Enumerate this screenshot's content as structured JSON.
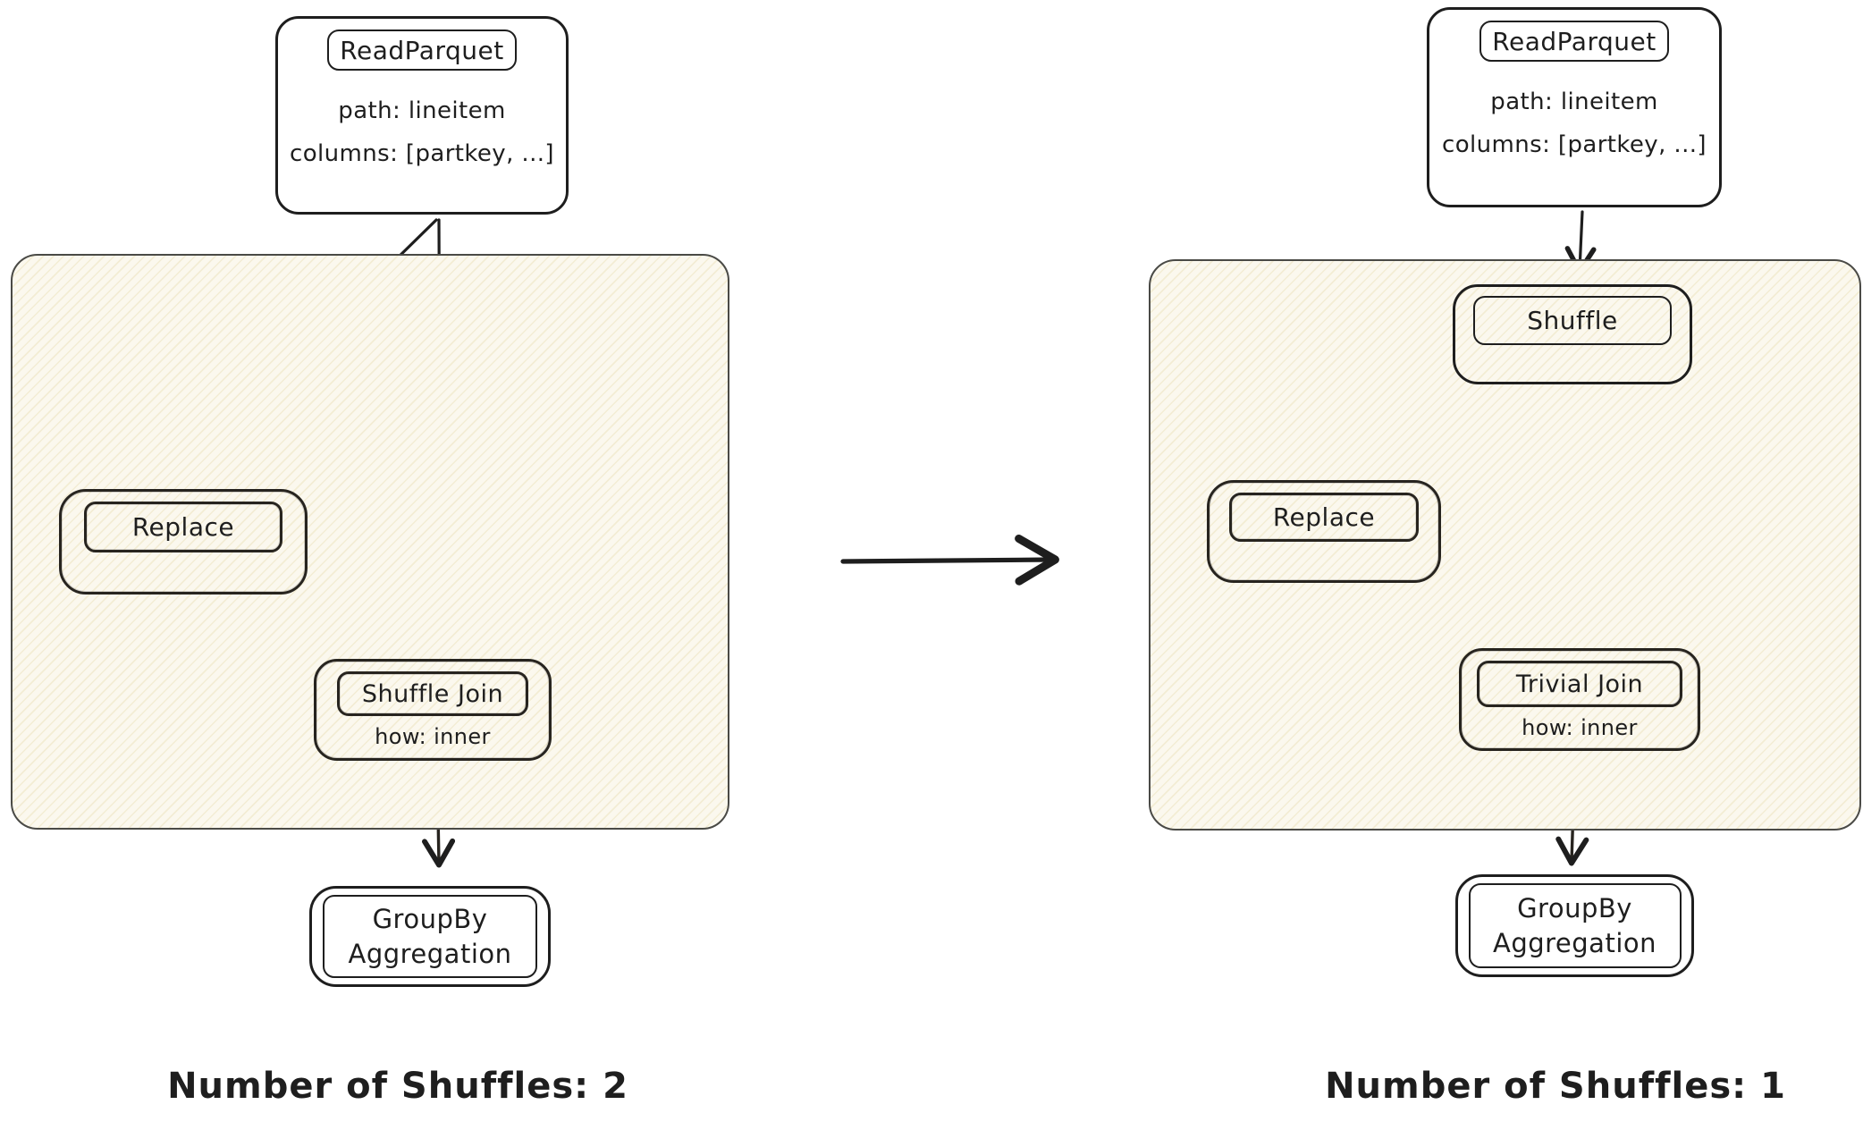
{
  "diagram": {
    "left_plan": {
      "read_parquet": {
        "title": "ReadParquet",
        "path_line": "path: lineitem",
        "columns_line": "columns: [partkey, ...]"
      },
      "replace": {
        "title": "Replace"
      },
      "join": {
        "title": "Shuffle Join",
        "how_line": "how: inner"
      },
      "group_by": {
        "line1": "GroupBy",
        "line2": "Aggregation"
      },
      "caption": "Number of Shuffles: 2"
    },
    "right_plan": {
      "read_parquet": {
        "title": "ReadParquet",
        "path_line": "path: lineitem",
        "columns_line": "columns: [partkey, ...]"
      },
      "shuffle": {
        "title": "Shuffle"
      },
      "replace": {
        "title": "Replace"
      },
      "join": {
        "title": "Trivial Join",
        "how_line": "how: inner"
      },
      "group_by": {
        "line1": "GroupBy",
        "line2": "Aggregation"
      },
      "caption": "Number of Shuffles: 1"
    },
    "colors": {
      "ink": "#1e1e1e",
      "container_border": "#4a4a46",
      "container_fill": "#fbf8ee",
      "hatch": "#e9ddb4",
      "background": "#ffffff"
    }
  }
}
